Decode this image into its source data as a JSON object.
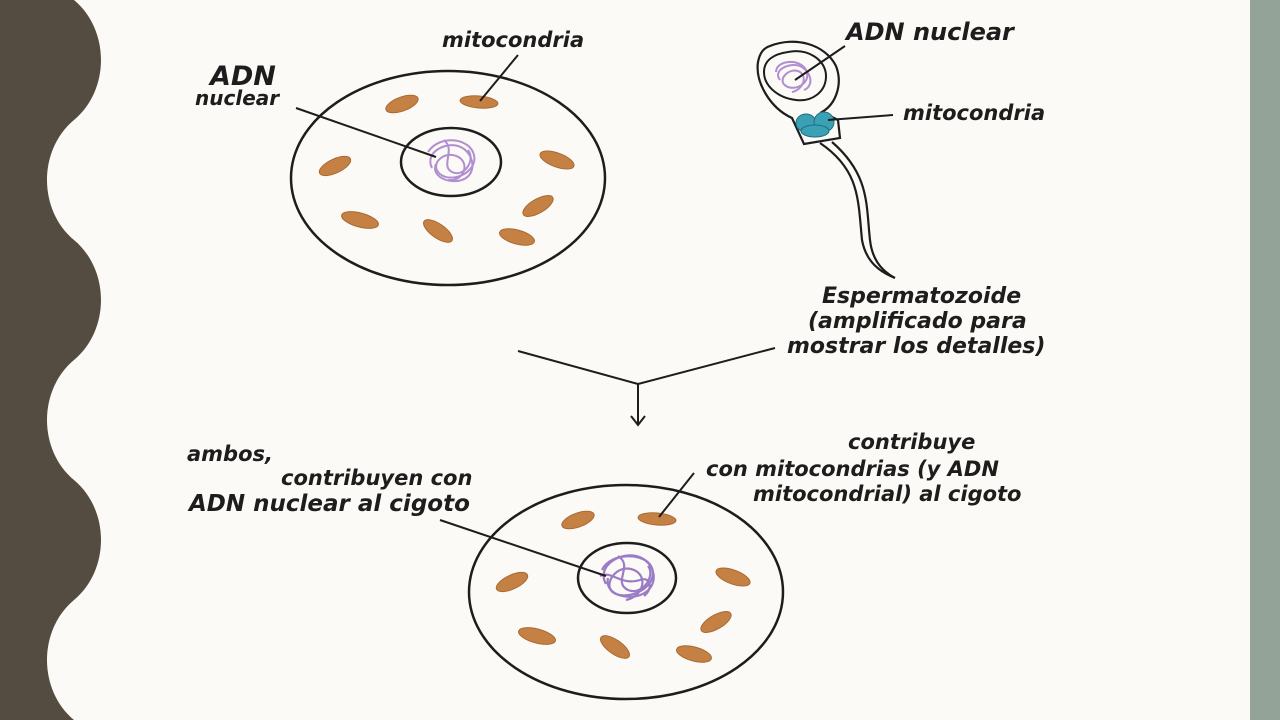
{
  "colors": {
    "left_band": "#544c41",
    "right_band": "#93a398",
    "paper": "#fcfaf6",
    "outline": "#1d1d1d",
    "mitochondria_egg": "#c58144",
    "mitochondria_sperm": "#3aa0b4",
    "dna": "#b08ed0",
    "dna_zygote": "#9a7cc6"
  },
  "egg": {
    "label_mito": "mitocondria",
    "label_dna_line1": "ADN",
    "label_dna_line2": "nuclear"
  },
  "sperm": {
    "label_dna": "ADN nuclear",
    "label_mito": "mitocondria",
    "caption_line1": "Espermatozoide",
    "caption_line2": "(amplificado para",
    "caption_line3": "mostrar los detalles)"
  },
  "zygote": {
    "left_line1": "ambos,",
    "left_line2": "contribuyen con",
    "left_line3": "ADN nuclear al cigoto",
    "right_line1": "contribuye",
    "right_line2": "con mitocondrias (y ADN",
    "right_line3": "mitocondrial) al cigoto"
  }
}
